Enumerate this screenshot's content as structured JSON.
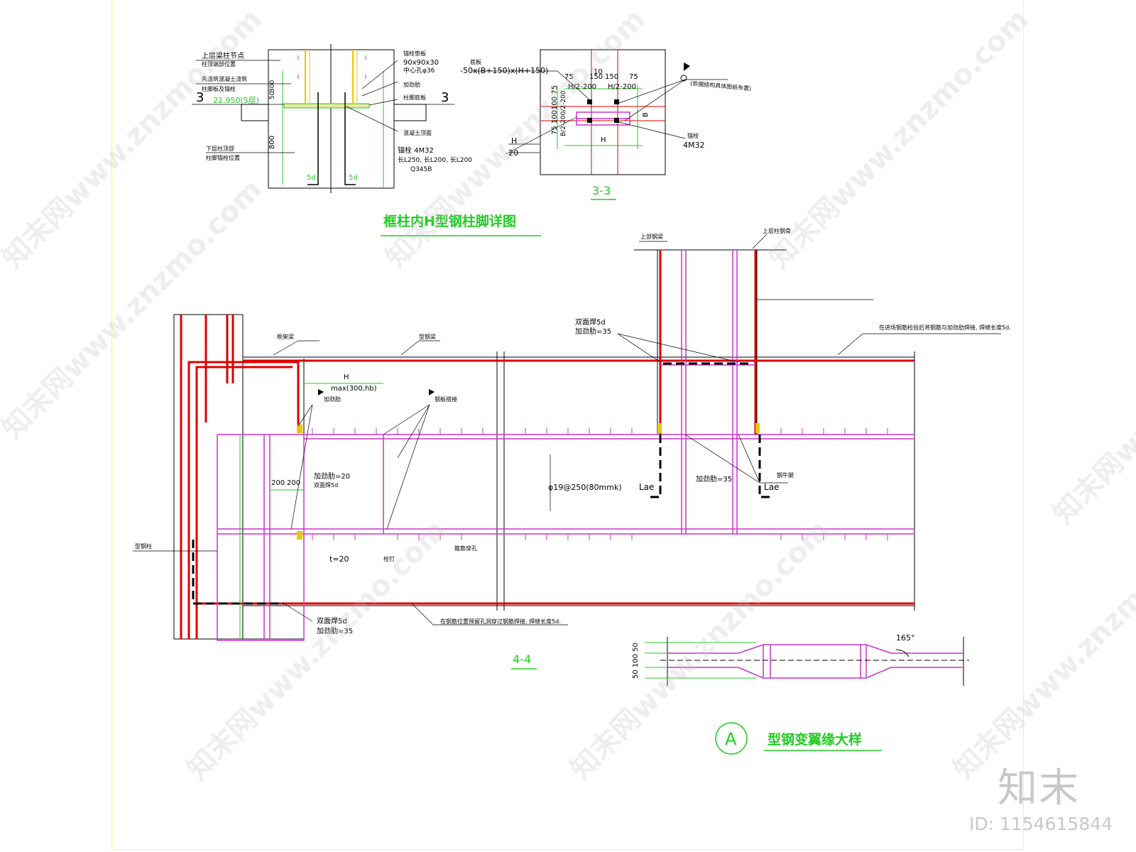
{
  "colors": {
    "rebar": "#dd0000",
    "steel": "#cc33cc",
    "dimension": "#22cc22",
    "annotation_text": "#22cc22",
    "weld": "#e8c800",
    "frame": "#ffff33",
    "line": "#000000"
  },
  "detail1": {
    "title": "框柱内H型钢柱脚详图",
    "section_mark_left": "3",
    "section_mark_right": "3",
    "elevation": "22.950(5层)",
    "dim_50": "50",
    "dim_300": "300",
    "dim_800": "800",
    "dim_5d_left": "5d",
    "dim_5d_right": "5d",
    "angle_size": "90x90x30",
    "hole_note": "中心孔φ36",
    "bolt_spec": "锚栓 4M32",
    "bolt_length": "长L250, 长L200, 长L200",
    "steel_grade": "Q345B",
    "notes_left": [
      "上层梁柱节点",
      "柱顶端部位置",
      "先浇筑混凝土浇筑",
      "柱脚板及锚栓",
      "下层柱顶部",
      "柱脚锚栓位置"
    ],
    "notes_right": [
      "锚栓垫板",
      "加劲肋",
      "柱脚底板",
      "混凝土顶面"
    ]
  },
  "detail3": {
    "title": "3-3",
    "plate_spec": "-50x(B+150)x(H+150)",
    "plate_label": "底板",
    "dims_top": [
      "75",
      "150",
      "150",
      "75"
    ],
    "label_H2_left": "H/2-200",
    "label_H2_right": "H/2-200",
    "dim_10": "10",
    "vertical_dims": "75 100100 75",
    "vertical_dims2": "B/2-200/2-200",
    "label_B": "B",
    "label_H_bottom": "H",
    "label_H_left": "H",
    "plate_20": "-20",
    "bolt_label": "锚栓",
    "bolt_spec": "4M32",
    "note_right": "(依据结构具体图纸布置)"
  },
  "detail4": {
    "title": "4-4",
    "H_label": "H",
    "max_label": "max(300,hb)",
    "dim_200_left": "200",
    "dim_200_right": "200",
    "t20": "t=20",
    "stud_spec": "φ19@250(80mmk)",
    "weld_20": "加劲肋=20",
    "weld_5d": "双面焊5d",
    "weld_35_a": "加劲肋=35",
    "weld_35_b": "加劲肋=35",
    "top_5d": "双面焊5d",
    "top_35": "加劲肋=35",
    "bottom_5d": "双面焊5d",
    "bottom_35": "加劲肋=35",
    "lae_left": "Lae",
    "lae_right": "Lae",
    "long_note_top": "在进场钢筋检验后将钢筋与加劲肋焊接, 焊缝长度5d.",
    "long_note_bottom": "在钢筋位置预留孔洞穿过钢筋焊接, 焊缝长度5d.",
    "top_labels": [
      "上部钢梁",
      "上层柱钢骨",
      "框架梁",
      "型钢梁"
    ],
    "misc_labels": [
      "加劲肋",
      "钢板搭接",
      "钢牛腿",
      "栓钉",
      "箍筋穿孔",
      "型钢柱"
    ]
  },
  "detailA": {
    "title": "型钢变翼缘大样",
    "circle_label": "A",
    "angle": "165°",
    "dims": "50 100 50",
    "dims2": "50 100 50"
  },
  "branding": {
    "logo_text": "知末",
    "id_text": "ID: 1154615844",
    "watermark": "知末网www.znzmo.com"
  }
}
